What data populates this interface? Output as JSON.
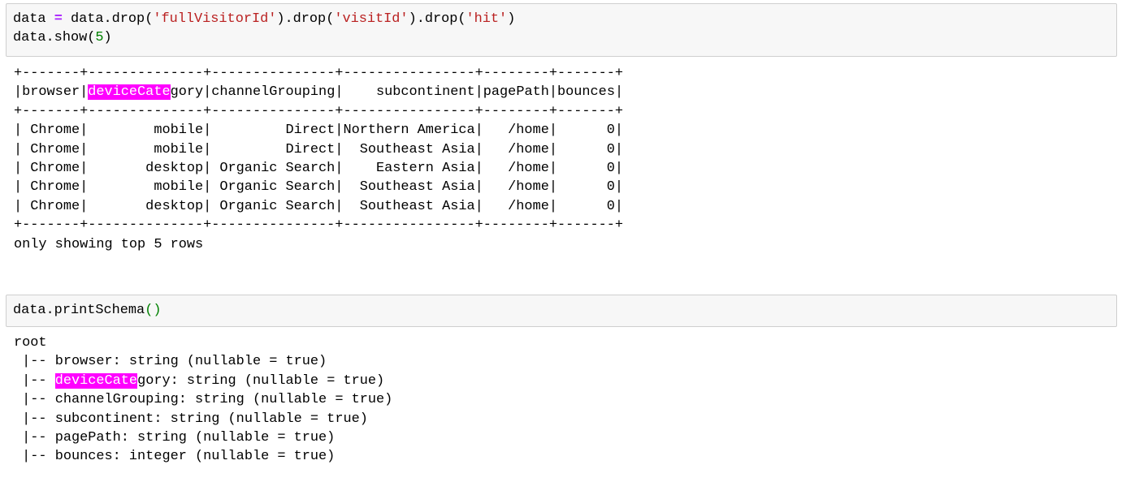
{
  "cell1": {
    "line1": {
      "t1": "data ",
      "op": "=",
      "t2": " data.drop(",
      "s1": "'fullVisitorId'",
      "t3": ").drop(",
      "s2": "'visitId'",
      "t4": ").drop(",
      "s3": "'hit'",
      "t5": ")"
    },
    "line2": {
      "t1": "data.show(",
      "n1": "5",
      "t2": ")"
    }
  },
  "output1": {
    "border": "+-------+--------------+---------------+----------------+--------+-------+",
    "header": {
      "pre": "|browser|",
      "highlight": "deviceCate",
      "post": "gory|channelGrouping|    subcontinent|pagePath|bounces|"
    },
    "rows": [
      "| Chrome|        mobile|         Direct|Northern America|   /home|      0|",
      "| Chrome|        mobile|         Direct|  Southeast Asia|   /home|      0|",
      "| Chrome|       desktop| Organic Search|    Eastern Asia|   /home|      0|",
      "| Chrome|        mobile| Organic Search|  Southeast Asia|   /home|      0|",
      "| Chrome|       desktop| Organic Search|  Southeast Asia|   /home|      0|"
    ],
    "footer": "only showing top 5 rows"
  },
  "cell2": {
    "t1": "data.printSchema",
    "t2": "()"
  },
  "output2": {
    "root": "root",
    "fields": [
      {
        "pre": " |-- ",
        "highlight": "",
        "post": "browser: string (nullable = true)"
      },
      {
        "pre": " |-- ",
        "highlight": "deviceCate",
        "post": "gory: string (nullable = true)"
      },
      {
        "pre": " |-- ",
        "highlight": "",
        "post": "channelGrouping: string (nullable = true)"
      },
      {
        "pre": " |-- ",
        "highlight": "",
        "post": "subcontinent: string (nullable = true)"
      },
      {
        "pre": " |-- ",
        "highlight": "",
        "post": "pagePath: string (nullable = true)"
      },
      {
        "pre": " |-- ",
        "highlight": "",
        "post": "bounces: integer (nullable = true)"
      }
    ]
  },
  "colors": {
    "highlight_bg": "#ff00ff",
    "string": "#ba2121",
    "number": "#008000",
    "operator": "#aa22ff",
    "cell_bg": "#f7f7f7",
    "cell_border": "#cfcfcf"
  }
}
